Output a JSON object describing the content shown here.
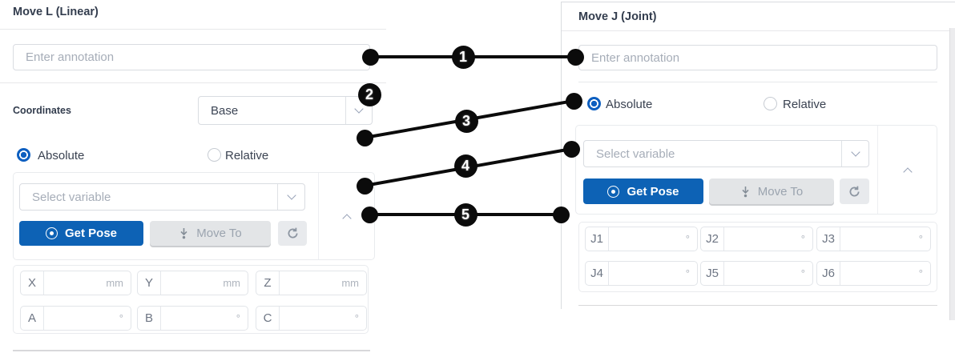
{
  "move_l": {
    "title": "Move L (Linear)",
    "annotation": {
      "placeholder": "Enter annotation",
      "value": ""
    },
    "coordinates": {
      "label": "Coordinates",
      "selected": "Base"
    },
    "mode": {
      "absolute": "Absolute",
      "relative": "Relative",
      "selected": "Absolute"
    },
    "variable": {
      "placeholder": "Select variable"
    },
    "buttons": {
      "get_pose": "Get Pose",
      "move_to": "Move To"
    },
    "pose_fields": [
      {
        "label": "X",
        "value": "",
        "unit": "mm"
      },
      {
        "label": "Y",
        "value": "",
        "unit": "mm"
      },
      {
        "label": "Z",
        "value": "",
        "unit": "mm"
      },
      {
        "label": "A",
        "value": "",
        "unit": "°"
      },
      {
        "label": "B",
        "value": "",
        "unit": "°"
      },
      {
        "label": "C",
        "value": "",
        "unit": "°"
      }
    ]
  },
  "move_j": {
    "title": "Move J (Joint)",
    "annotation": {
      "placeholder": "Enter annotation",
      "value": ""
    },
    "mode": {
      "absolute": "Absolute",
      "relative": "Relative",
      "selected": "Absolute"
    },
    "variable": {
      "placeholder": "Select variable"
    },
    "buttons": {
      "get_pose": "Get Pose",
      "move_to": "Move To"
    },
    "joint_fields": [
      {
        "label": "J1",
        "value": "",
        "unit": "°"
      },
      {
        "label": "J2",
        "value": "",
        "unit": "°"
      },
      {
        "label": "J3",
        "value": "",
        "unit": "°"
      },
      {
        "label": "J4",
        "value": "",
        "unit": "°"
      },
      {
        "label": "J5",
        "value": "",
        "unit": "°"
      },
      {
        "label": "J6",
        "value": "",
        "unit": "°"
      }
    ]
  },
  "callouts": {
    "numbers": [
      "1",
      "2",
      "3",
      "4",
      "5"
    ]
  },
  "colors": {
    "primary_blue": "#0d62b5",
    "callout_black": "#0b0b0b",
    "disabled_gray": "#e3e5e7"
  }
}
